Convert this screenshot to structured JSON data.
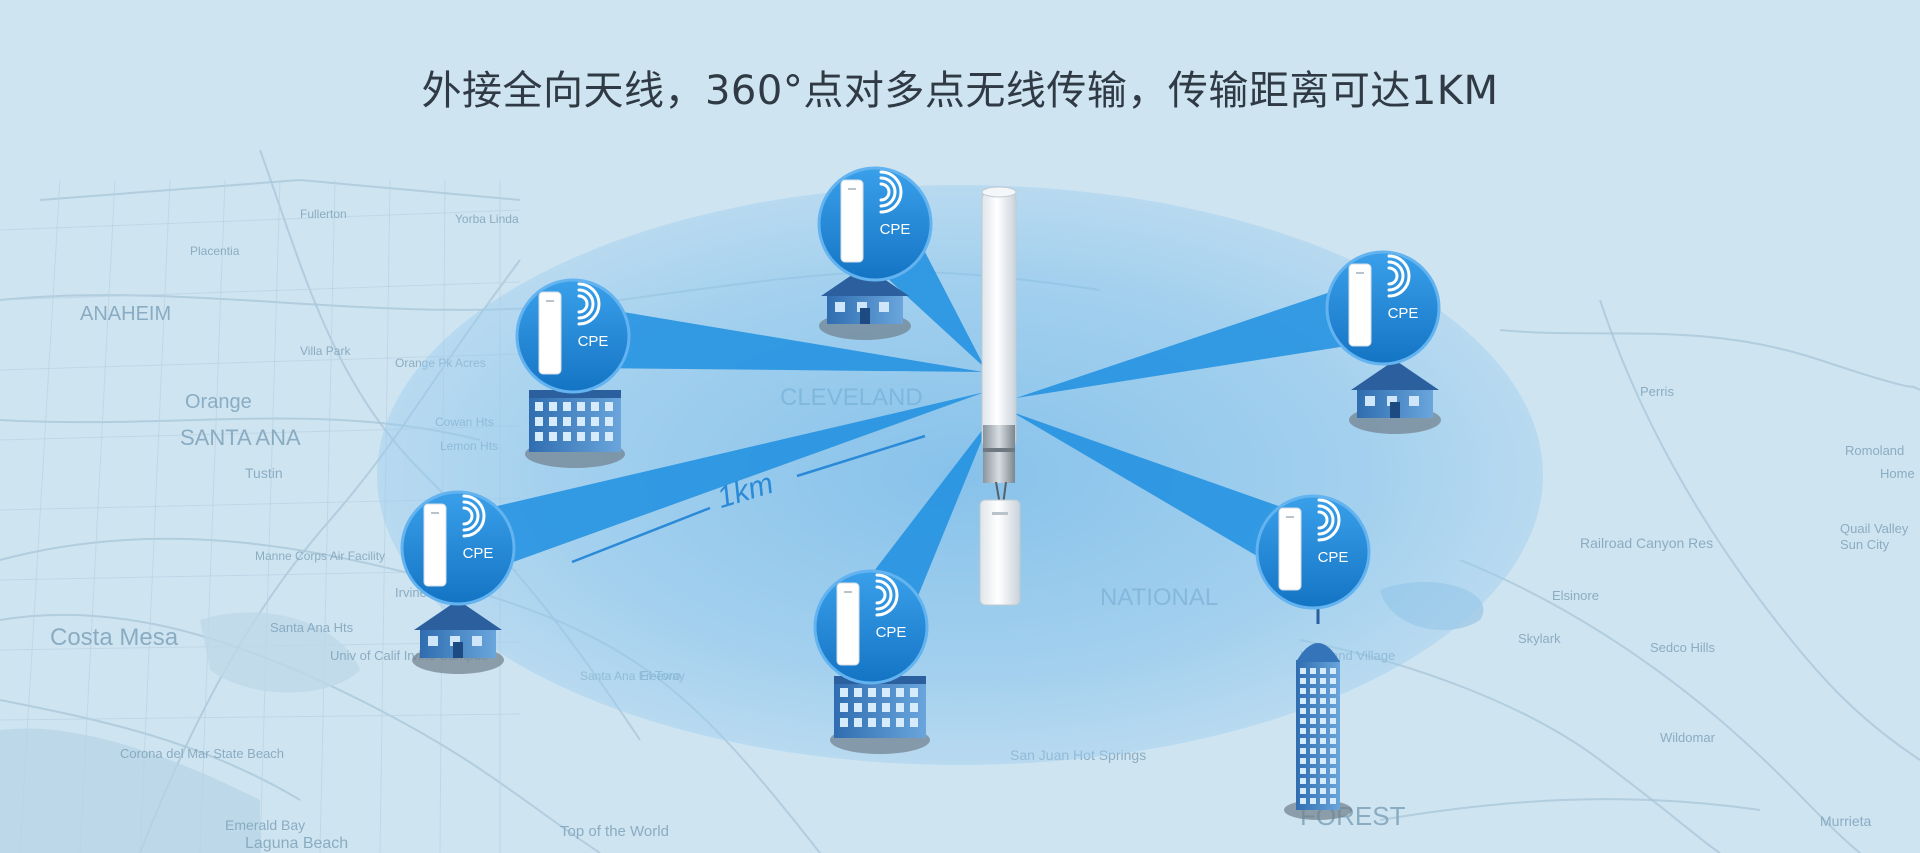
{
  "headline": "外接全向天线，360°点对多点无线传输，传输距离可达1KM",
  "distance_label": "1km",
  "cpe_label": "CPE",
  "map_labels": [
    "ANAHEIM",
    "Orange",
    "SANTA ANA",
    "Tustin",
    "Costa Mesa",
    "CLEVELAND",
    "NATIONAL",
    "FOREST",
    "Irvine",
    "Univ of Calif Irvine Campus",
    "Santa Ana Hts",
    "El Toro",
    "San Juan Hot Springs",
    "Top of the World",
    "Emerald Bay",
    "Laguna Beach",
    "Corona del Mar State Beach",
    "Perris",
    "Romoland",
    "Quail Valley",
    "Sun City",
    "Railroad Canyon Res",
    "Elsinore",
    "Skylark",
    "Lakeland Village",
    "Sedco Hills",
    "Wildomar",
    "Murrieta",
    "Villa Park",
    "Orange Pk Acres",
    "Lemon Hts",
    "Cowan Hts",
    "Yorba Linda",
    "Placentia",
    "Fullerton",
    "Home",
    "Manne Corps Air Facility",
    "Santa Ana Freeway"
  ],
  "colors": {
    "background": "#cfe4f1",
    "coverage": "#8cc6ec",
    "beam": "#1e8fe0",
    "bubble": "#1e88d6",
    "building": "#3f7fc2",
    "map_line": "#9bbdd3",
    "headline": "#2f3a44"
  },
  "nodes": [
    {
      "id": "cpe-top",
      "label": "CPE",
      "building": "house"
    },
    {
      "id": "cpe-upper-left",
      "label": "CPE",
      "building": "office"
    },
    {
      "id": "cpe-left",
      "label": "CPE",
      "building": "house"
    },
    {
      "id": "cpe-bottom",
      "label": "CPE",
      "building": "office"
    },
    {
      "id": "cpe-right",
      "label": "CPE",
      "building": "house"
    },
    {
      "id": "cpe-lower-right",
      "label": "CPE",
      "building": "tower"
    }
  ]
}
